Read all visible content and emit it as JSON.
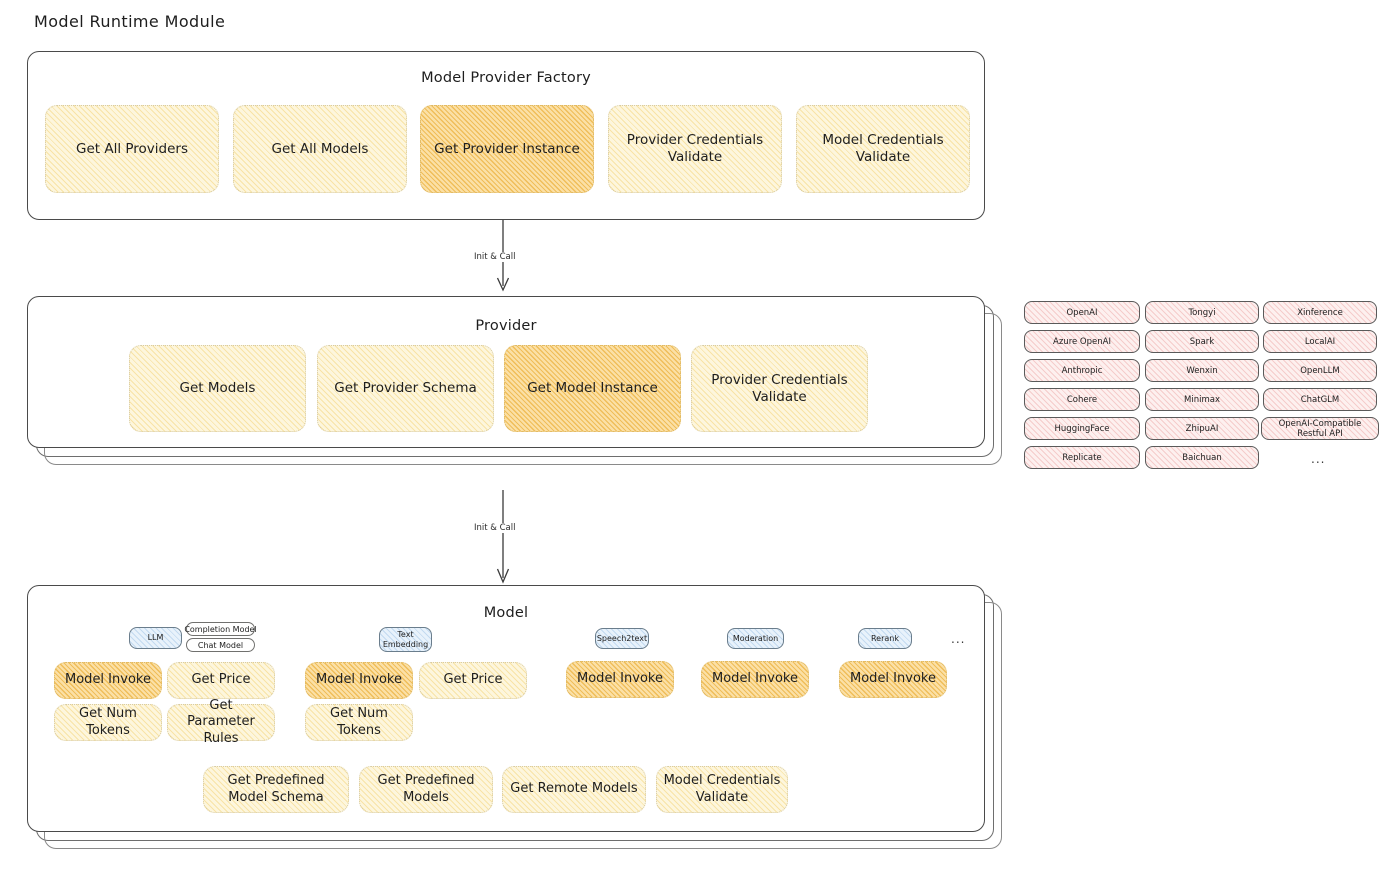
{
  "page": {
    "title": "Model Runtime Module"
  },
  "factory": {
    "title": "Model Provider Factory",
    "cards": [
      {
        "label": "Get All Providers",
        "highlight": false
      },
      {
        "label": "Get All Models",
        "highlight": false
      },
      {
        "label": "Get Provider Instance",
        "highlight": true
      },
      {
        "label": "Provider Credentials Validate",
        "highlight": false
      },
      {
        "label": "Model Credentials Validate",
        "highlight": false
      }
    ]
  },
  "connectors": [
    {
      "label": "Init & Call"
    },
    {
      "label": "Init & Call"
    }
  ],
  "provider": {
    "title": "Provider",
    "cards": [
      {
        "label": "Get Models",
        "highlight": false
      },
      {
        "label": "Get Provider Schema",
        "highlight": false
      },
      {
        "label": "Get Model Instance",
        "highlight": true
      },
      {
        "label": "Provider Credentials Validate",
        "highlight": false
      }
    ]
  },
  "provider_list": {
    "ellipsis": "...",
    "columns": [
      {
        "items": [
          "OpenAI",
          "Azure OpenAI",
          "Anthropic",
          "Cohere",
          "HuggingFace",
          "Replicate"
        ]
      },
      {
        "items": [
          "Tongyi",
          "Spark",
          "Wenxin",
          "Minimax",
          "ZhipuAI",
          "Baichuan"
        ]
      },
      {
        "items": [
          "Xinference",
          "LocalAI",
          "OpenLLM",
          "ChatGLM",
          "OpenAI-Compatible Restful API"
        ]
      }
    ]
  },
  "model": {
    "title": "Model",
    "ellipsis": "...",
    "types": [
      {
        "name": "LLM",
        "badges": [
          "Completion Model",
          "Chat Model"
        ],
        "methods": [
          {
            "label": "Model Invoke",
            "highlight": true
          },
          {
            "label": "Get Price",
            "highlight": false
          },
          {
            "label": "Get Num Tokens",
            "highlight": false
          },
          {
            "label": "Get Parameter Rules",
            "highlight": false
          }
        ]
      },
      {
        "name": "Text Embedding",
        "badges": [],
        "methods": [
          {
            "label": "Model Invoke",
            "highlight": true
          },
          {
            "label": "Get Price",
            "highlight": false
          },
          {
            "label": "Get Num Tokens",
            "highlight": false
          }
        ]
      },
      {
        "name": "Speech2text",
        "badges": [],
        "methods": [
          {
            "label": "Model Invoke",
            "highlight": true
          }
        ]
      },
      {
        "name": "Moderation",
        "badges": [],
        "methods": [
          {
            "label": "Model Invoke",
            "highlight": true
          }
        ]
      },
      {
        "name": "Rerank",
        "badges": [],
        "methods": [
          {
            "label": "Model Invoke",
            "highlight": true
          }
        ]
      }
    ],
    "common_methods": [
      {
        "label": "Get Predefined Model Schema"
      },
      {
        "label": "Get Predefined Models"
      },
      {
        "label": "Get Remote Models"
      },
      {
        "label": "Model Credentials Validate"
      }
    ]
  },
  "colors": {
    "highlight_fill": "#fbe0a6",
    "light_fill": "#fdf6dd",
    "provider_fill": "#fdf0ef",
    "type_fill": "#e8f2fb",
    "stroke": "#4a4a4a"
  }
}
